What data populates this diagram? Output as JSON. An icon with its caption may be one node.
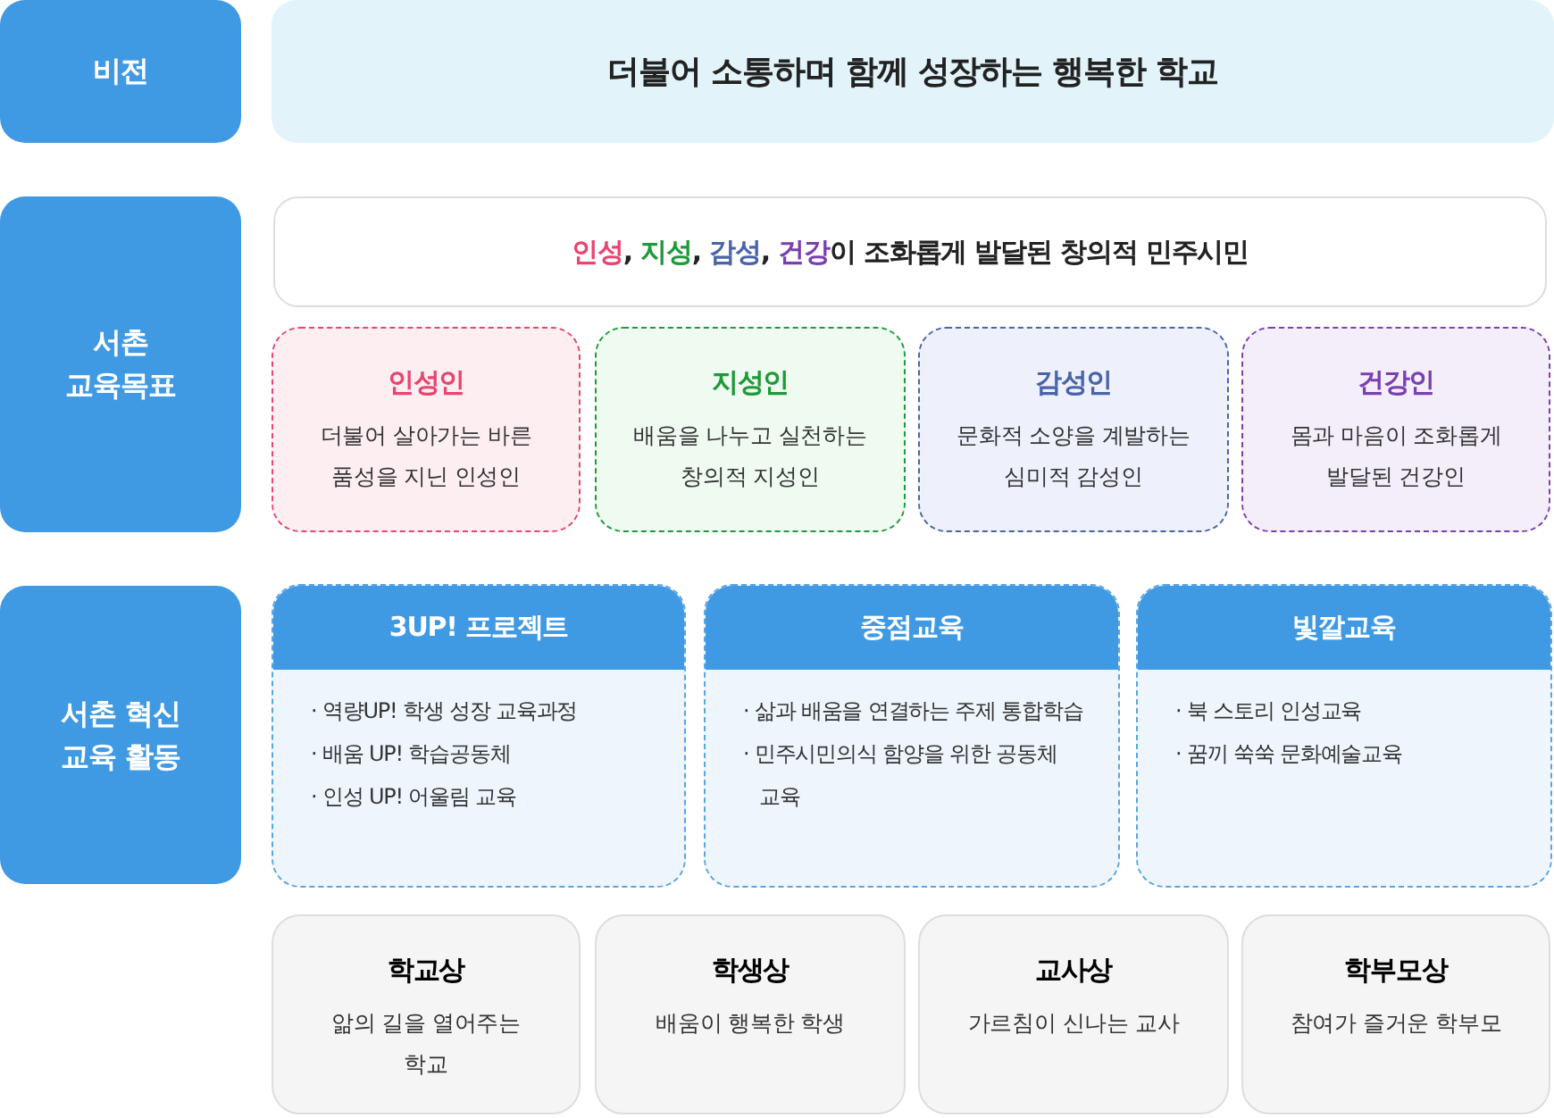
{
  "diagram": {
    "nodes": [
      {
        "text": [
          "비전"
        ]
      },
      {
        "text": [
          "더불어 소통하며 함께 성장하는 행복한 학교"
        ]
      },
      {
        "text": [
          "서촌 교육목표"
        ]
      },
      {
        "text": [
          "**인성**, **지성**, **감성**, **건강**이 조화롭게 발달된 창의적 민주시민"
        ]
      },
      {
        "text": [
          "인성인",
          "더불어 살아가는 바른 품성을 지닌 인성인"
        ]
      },
      {
        "text": [
          "지성인",
          "배움을 나누고 실천하는 창의적 지성인"
        ]
      },
      {
        "text": [
          "감성인",
          "문화적 소양을 계발하는 심미적 감성인"
        ]
      },
      {
        "text": [
          "건강인",
          "몸과 마음이 조화롭게 발달된 건강인"
        ]
      },
      {
        "text": [
          "서촌 혁신 교육 활동"
        ]
      },
      {
        "text": [
          "3UP! 프로젝트",
          "· 역량UP! 학생 성장 교육과정",
          "· 배움 UP! 학습공동체",
          "· 인성 UP! 어울림 교육"
        ]
      },
      {
        "text": [
          "중점교육",
          "· 삶과 배움을 연결하는 주제 통합학습",
          "· 민주시민의식 함양을 위한 공동체 교육"
        ]
      },
      {
        "text": [
          "빛깔교육",
          "· 북 스토리 인성교육",
          "· 꿈끼 쑥쑥 문화예술교육"
        ]
      },
      {
        "text": [
          "학교상",
          "앎의 길을 열어주는 학교"
        ]
      },
      {
        "text": [
          "학생상",
          "배움이 행복한 학생"
        ]
      },
      {
        "text": [
          "교사상",
          "가르침이 신나는 교사"
        ]
      },
      {
        "text": [
          "학부모상",
          "참여가 즐거운 학부모"
        ]
      }
    ]
  }
}
